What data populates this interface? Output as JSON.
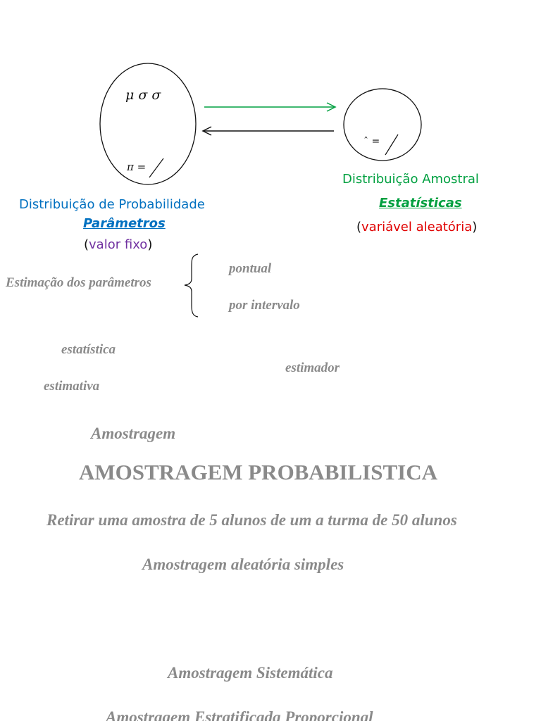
{
  "population": {
    "params_line": "μ  σ  σ",
    "pi_label": "π ="
  },
  "sample": {
    "bar_mark": "–",
    "hat_label": "ˆ ="
  },
  "colors": {
    "blue": "#0070c0",
    "green": "#00a040",
    "red": "#e00000",
    "purple": "#7030a0",
    "gray": "#8a8a8a"
  },
  "left_block": {
    "title": "Distribuição de Probabilidade",
    "subtitle": "Parâmetros",
    "note_open": "(",
    "note_text": "valor fixo",
    "note_close": ")"
  },
  "right_block": {
    "title": "Distribuição Amostral",
    "subtitle": "Estatísticas",
    "note_open": "(",
    "note_text": "variável aleatória",
    "note_close": ")"
  },
  "estimation": {
    "label": "Estimação dos parâmetros",
    "option1": "pontual",
    "option2": "por intervalo"
  },
  "terms": {
    "estatistica": "estatística",
    "estimador": "estimador",
    "estimativa": "estimativa"
  },
  "sections": {
    "amostragem": "Amostragem",
    "heading": "AMOSTRAGEM PROBABILISTICA",
    "example": "Retirar uma amostra de 5 alunos de um a turma de 50 alunos",
    "simple": "Amostragem aleatória simples",
    "systematic": "Amostragem Sistemática",
    "stratified_partial": "Amostragem Estratificada Proporcional"
  }
}
